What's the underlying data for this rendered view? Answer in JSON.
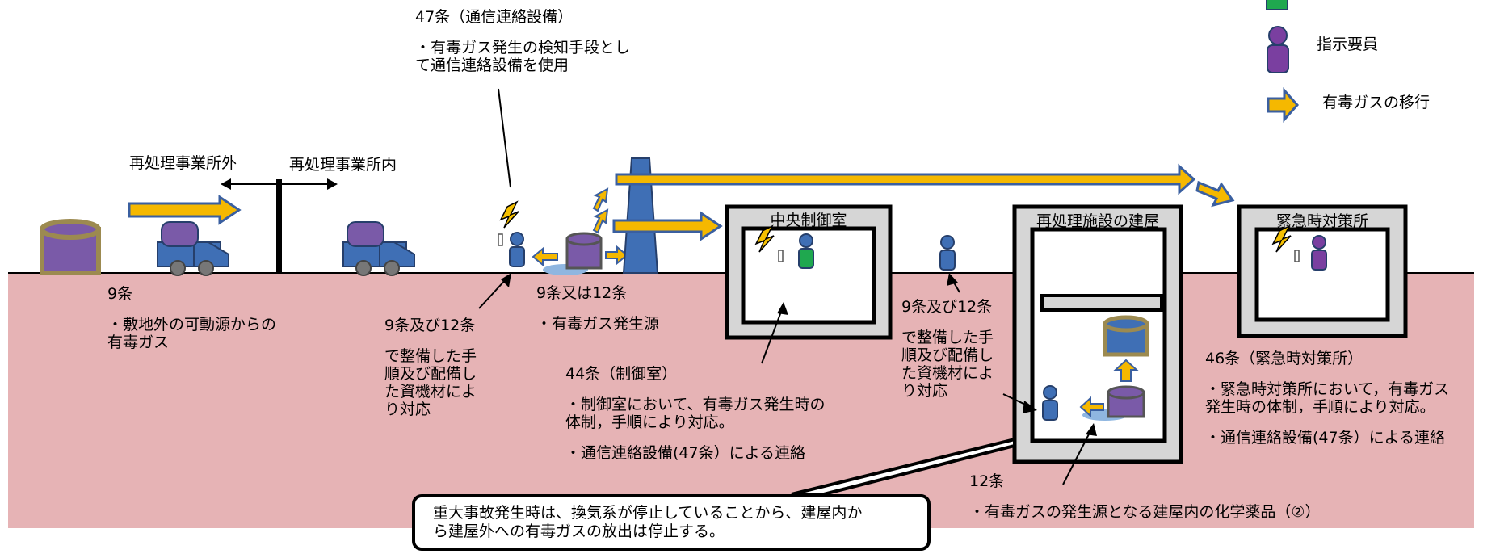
{
  "zones": {
    "outside": "再処理事業所外",
    "inside": "再処理事業所内"
  },
  "buildings": {
    "control_room": "中央制御室",
    "reprocessing": "再処理施設の建屋",
    "emergency": "緊急時対策所"
  },
  "labels": {
    "art47": {
      "title": "47条（通信連絡設備）",
      "lines": [
        "・有毒ガス発生の検知手段とし",
        "て通信連絡設備を使用"
      ]
    },
    "art9": {
      "title": "9条",
      "lines": [
        "・敷地外の可動源からの",
        "有毒ガス"
      ]
    },
    "art9_12_left": {
      "title": "9条及び12条",
      "lines": [
        "で整備した手",
        "順及び配備し",
        "た資機材によ",
        "り対応"
      ]
    },
    "art9or12": {
      "title": "9条又は12条",
      "lines": [
        "・有毒ガス発生源"
      ]
    },
    "art44": {
      "title": "44条（制御室）",
      "lines": [
        "・制御室において、有毒ガス発生時の",
        "体制，手順により対応。",
        "・通信連絡設備(47条）による連絡"
      ]
    },
    "art9_12_right": {
      "title": "9条及び12条",
      "lines": [
        "で整備した手",
        "順及び配備し",
        "た資機材によ",
        "り対応"
      ]
    },
    "art46": {
      "title": "46条（緊急時対策所）",
      "lines": [
        "・緊急時対策所において，有毒ガス",
        "発生時の体制，手順により対応。",
        "・通信連絡設備(47条）による連絡"
      ]
    },
    "art12": {
      "title": "12条",
      "lines": [
        "・有毒ガスの発生源となる建屋内の化学薬品（②）"
      ]
    }
  },
  "callout": {
    "lines": [
      "重大事故発生時は、換気系が停止していることから、建屋内か",
      "ら建屋外への有毒ガスの放出は停止する。"
    ]
  },
  "legend": {
    "items": [
      {
        "icon": "instruction-personnel-icon",
        "label": "指示要員"
      },
      {
        "icon": "toxic-gas-migration-arrow-icon",
        "label": "有毒ガスの移行"
      }
    ]
  },
  "colors": {
    "ground": "#e6b3b5",
    "gas_arrow_fill": "#f5b800",
    "gas_arrow_stroke": "#3a5fa0",
    "person_blue": "#3f6fb5",
    "person_green": "#1fa84f",
    "person_purple": "#7a3fa0",
    "tank_purple": "#7a5aa8",
    "tank_rim": "#9c8a50",
    "building_gray": "#d6d6d6"
  }
}
